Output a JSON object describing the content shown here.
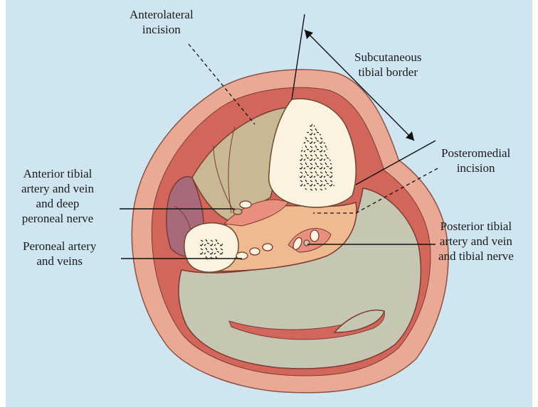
{
  "colors": {
    "background": "#cfe6f1",
    "skin": "#e9a995",
    "fascia": "#d3665a",
    "anterior_muscle": "#c9b894",
    "lateral_muscle": "#a86a7a",
    "deep_posterior": "#efba8f",
    "superficial_posterior": "#c6c7b2",
    "bone": "#fbf3e0",
    "vessel": "#e98f7e"
  },
  "labels": {
    "anterolateral_incision": [
      "Anterolateral",
      "incision"
    ],
    "subcutaneous_tibial_border": [
      "Subcutaneous",
      "tibial border"
    ],
    "posteromedial_incision": [
      "Posteromedial",
      "incision"
    ],
    "anterior_tibial": [
      "Anterior tibial",
      "artery and vein",
      "and deep",
      "peroneal nerve"
    ],
    "peroneal_artery": [
      "Peroneal artery",
      "and veins"
    ],
    "posterior_tibial": [
      "Posterior tibial",
      "artery and vein",
      "and tibial nerve"
    ]
  }
}
